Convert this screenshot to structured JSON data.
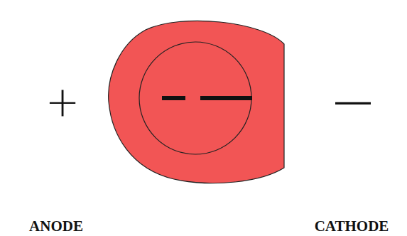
{
  "diagram": {
    "labels": [
      "+",
      "—",
      "ANODE",
      "CATHODE"
    ]
  }
}
